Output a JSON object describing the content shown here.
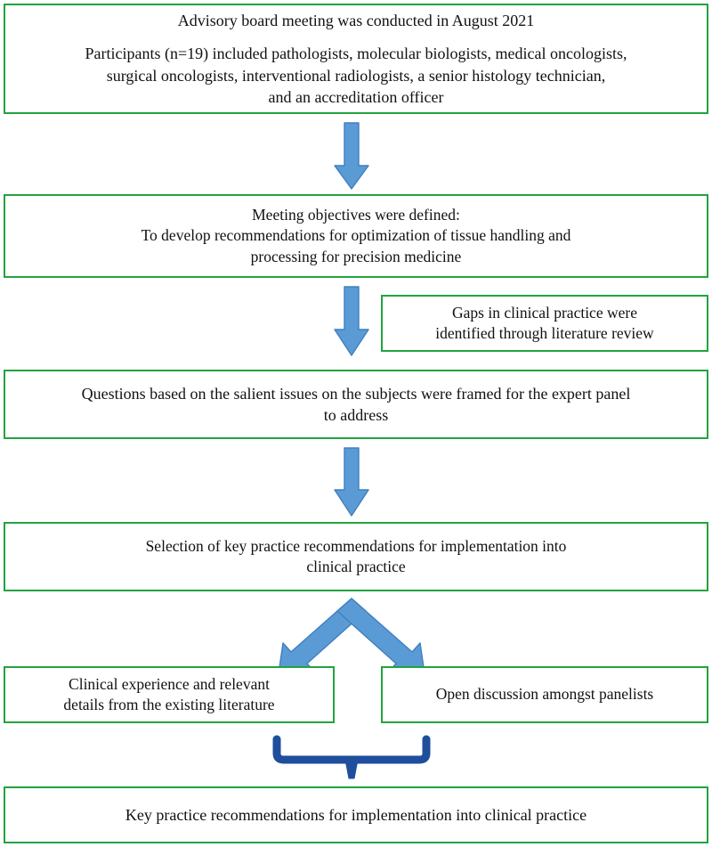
{
  "diagram": {
    "title": "Advisory board meeting process flowchart",
    "colors": {
      "node_border": "#22a33f",
      "node_fill": "#ffffff",
      "arrow_fill": "#5b9bd5",
      "arrow_stroke": "#3f7fbf",
      "brace": "#1f4e9c",
      "text": "#111111"
    }
  },
  "nodes": {
    "advisory": {
      "paragraphs": [
        [
          "Advisory board meeting was conducted in August 2021"
        ],
        [
          "Participants (n=19) included pathologists, molecular biologists, medical oncologists,",
          "surgical oncologists, interventional radiologists, a senior histology technician,",
          "and an accreditation officer"
        ]
      ]
    },
    "objectives": {
      "paragraphs": [
        [
          "Meeting objectives were defined:",
          "To develop recommendations for optimization of tissue handling and",
          "processing for precision medicine"
        ]
      ]
    },
    "gaps": {
      "paragraphs": [
        [
          "Gaps in clinical practice were",
          "identified through literature review"
        ]
      ]
    },
    "questions": {
      "paragraphs": [
        [
          "Questions based on the salient issues on the subjects were framed for the expert panel",
          "to address"
        ]
      ]
    },
    "selection": {
      "paragraphs": [
        [
          "Selection of key practice recommendations for implementation into",
          "clinical practice"
        ]
      ]
    },
    "clinical_experience": {
      "paragraphs": [
        [
          "Clinical experience and relevant",
          "details from the existing literature"
        ]
      ]
    },
    "open_discussion": {
      "paragraphs": [
        [
          "Open discussion amongst panelists"
        ]
      ]
    },
    "key_recommendations": {
      "paragraphs": [
        [
          "Key practice recommendations for implementation into clinical practice"
        ]
      ]
    }
  },
  "connectors": [
    {
      "name": "arrow-advisory-to-objectives",
      "type": "arrow-down"
    },
    {
      "name": "arrow-objectives-to-questions",
      "type": "arrow-down"
    },
    {
      "name": "arrow-questions-to-selection",
      "type": "arrow-down"
    },
    {
      "name": "arrow-selection-split",
      "type": "double-arrow-down-split"
    },
    {
      "name": "brace-merge-to-key-recommendations",
      "type": "brace-up-with-stem"
    }
  ]
}
